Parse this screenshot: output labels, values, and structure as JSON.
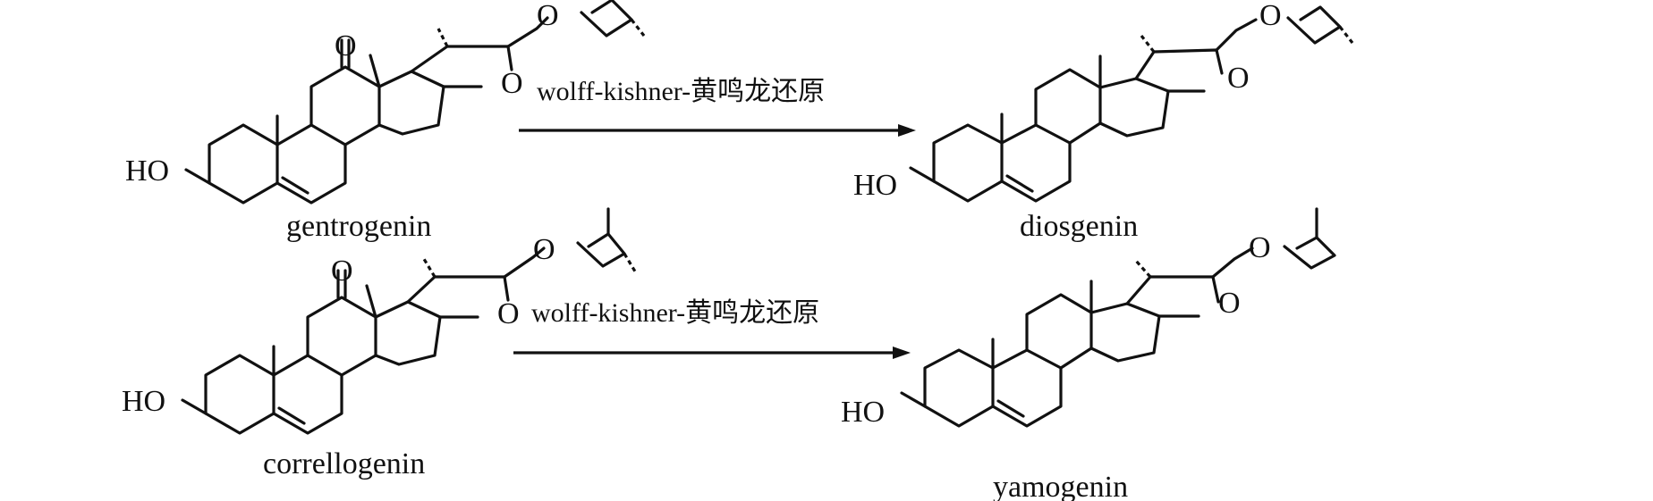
{
  "reactions": [
    {
      "reactant": {
        "name": "gentrogenin",
        "hydroxyl_label": "HO",
        "ketone_label": "O",
        "ring_oxygen_labels": [
          "O",
          "O"
        ]
      },
      "condition": "wolff-kishner-黄鸣龙还原",
      "product": {
        "name": "diosgenin",
        "hydroxyl_label": "HO",
        "ring_oxygen_labels": [
          "O",
          "O"
        ]
      }
    },
    {
      "reactant": {
        "name": "correllogenin",
        "hydroxyl_label": "HO",
        "ketone_label": "O",
        "ring_oxygen_labels": [
          "O",
          "O"
        ]
      },
      "condition": "wolff-kishner-黄鸣龙还原",
      "product": {
        "name": "yamogenin",
        "hydroxyl_label": "HO",
        "ring_oxygen_labels": [
          "O",
          "O"
        ]
      }
    }
  ]
}
